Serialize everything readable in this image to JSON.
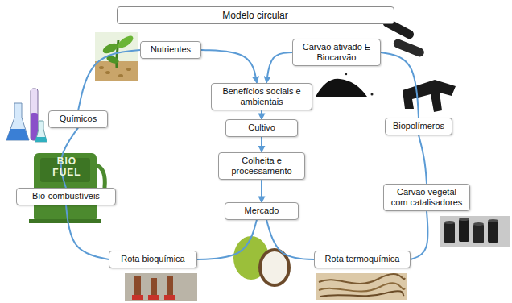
{
  "diagram": {
    "title": "Modelo circular",
    "nodes": [
      {
        "text": [
          "Nutrientes"
        ]
      },
      {
        "text": [
          "Carvão ativado E Biocarvão"
        ]
      },
      {
        "text": [
          "Benefícios sociais e ambientais"
        ]
      },
      {
        "text": [
          "Químicos"
        ]
      },
      {
        "text": [
          "Cultivo"
        ]
      },
      {
        "text": [
          "Biopolímeros"
        ]
      },
      {
        "text": [
          "Colheita e processamento"
        ]
      },
      {
        "text": [
          "Bio-combustíveis"
        ]
      },
      {
        "text": [
          "Carvão vegetal com catalisadores"
        ]
      },
      {
        "text": [
          "Mercado"
        ]
      },
      {
        "text": [
          "Rota bioquímica"
        ]
      },
      {
        "text": [
          "Rota termoquímica"
        ]
      }
    ],
    "edges": [
      {
        "from": 0,
        "to": 2,
        "arrow": "to"
      },
      {
        "from": 1,
        "to": 2,
        "arrow": "to"
      },
      {
        "from": 2,
        "to": 4,
        "arrow": "to"
      },
      {
        "from": 4,
        "to": 6,
        "arrow": "to"
      },
      {
        "from": 6,
        "to": 9,
        "arrow": "to"
      },
      {
        "from": 9,
        "to": 10,
        "arrow": "none"
      },
      {
        "from": 9,
        "to": 11,
        "arrow": "none"
      },
      {
        "from": 10,
        "to": 7,
        "arrow": "none"
      },
      {
        "from": 7,
        "to": 3,
        "arrow": "none"
      },
      {
        "from": 3,
        "to": 0,
        "arrow": "none"
      },
      {
        "from": 11,
        "to": 8,
        "arrow": "none"
      },
      {
        "from": 8,
        "to": 5,
        "arrow": "none"
      },
      {
        "from": 5,
        "to": 1,
        "arrow": "none"
      }
    ],
    "labels": [
      "BIO",
      "FUEL"
    ]
  }
}
